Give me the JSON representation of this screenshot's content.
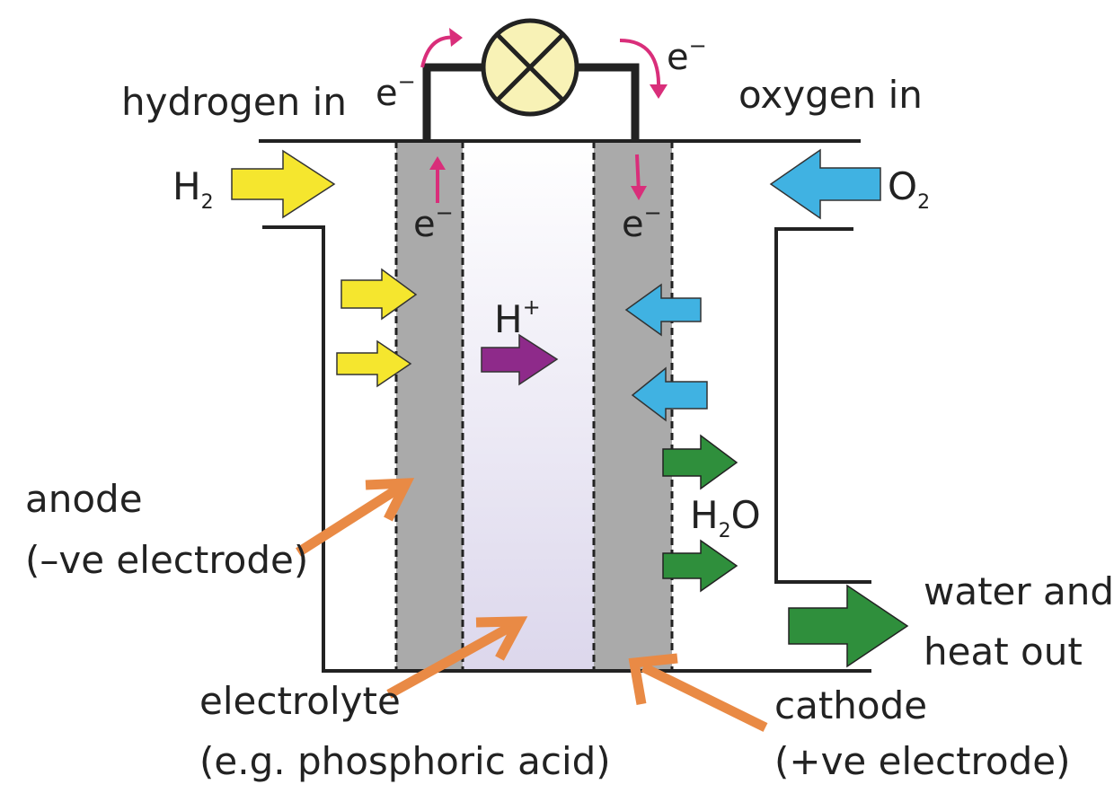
{
  "labels": {
    "hydrogen_in": "hydrogen in",
    "oxygen_in": "oxygen in",
    "h2": {
      "main": "H",
      "sub": "2"
    },
    "o2": {
      "main": "O",
      "sub": "2"
    },
    "electron": {
      "main": "e",
      "sup": "−"
    },
    "proton": {
      "main": "H",
      "sup": "+"
    },
    "water": {
      "h": "H",
      "sub": "2",
      "o": "O"
    },
    "water_heat_out": [
      "water and",
      "heat out"
    ],
    "anode": [
      "anode",
      "(–ve electrode)"
    ],
    "electrolyte": [
      "electrolyte",
      "(e.g. phosphoric acid)"
    ],
    "cathode": [
      "cathode",
      "(+ve electrode)"
    ]
  },
  "colors": {
    "hydrogen": "#f5e62e",
    "oxygen": "#40b2e2",
    "water": "#2f8f3c",
    "proton": "#8e2a8a",
    "electron": "#d92e7a",
    "pointer": "#e98a45",
    "electrode": "#aaaaaa",
    "electrolyte": "#e9e7f3",
    "lamp": "#f8f2b6"
  },
  "icons": {
    "lamp": "lamp-icon",
    "arrow": "arrow-icon"
  }
}
